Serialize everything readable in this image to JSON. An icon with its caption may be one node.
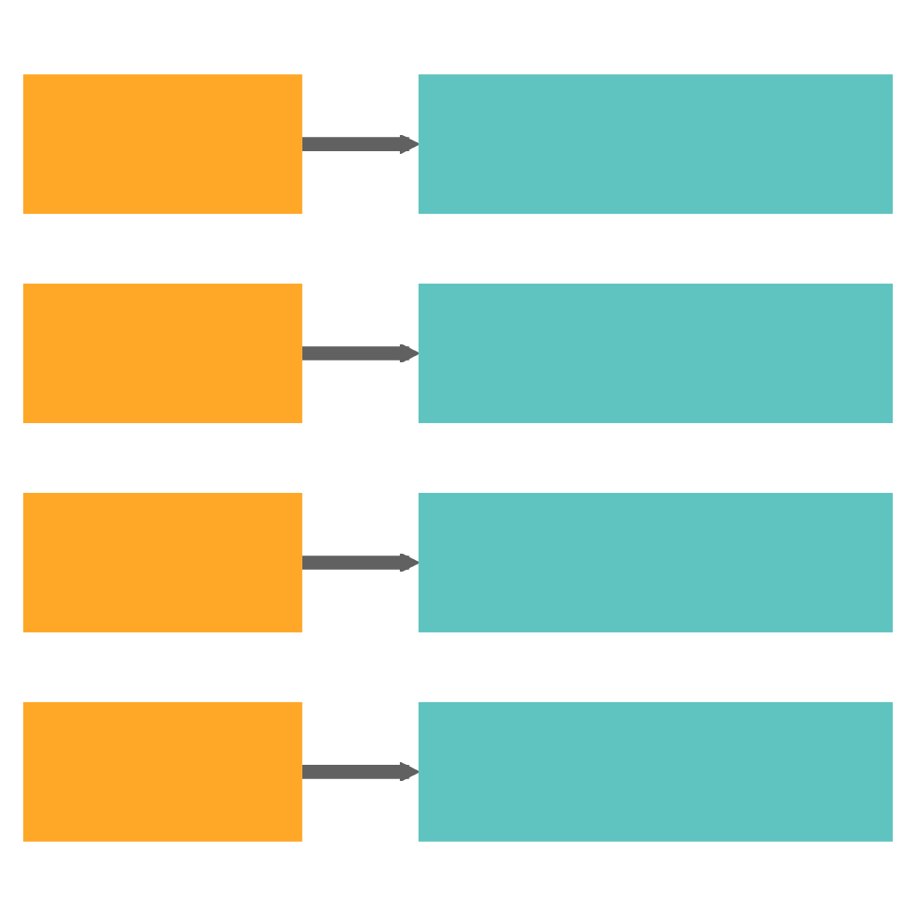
{
  "diagram": {
    "nodes": [
      {
        "text": [],
        "shape": "box"
      },
      {
        "text": [],
        "shape": "bar"
      },
      {
        "text": [],
        "shape": "box"
      },
      {
        "text": [],
        "shape": "bar"
      },
      {
        "text": [],
        "shape": "box"
      },
      {
        "text": [],
        "shape": "bar"
      },
      {
        "text": [],
        "shape": "box"
      },
      {
        "text": [],
        "shape": "bar"
      }
    ],
    "edges": [
      {
        "from": 0,
        "to": 1,
        "arrow": "to"
      },
      {
        "from": 2,
        "to": 3,
        "arrow": "to"
      },
      {
        "from": 4,
        "to": 5,
        "arrow": "to"
      },
      {
        "from": 6,
        "to": 7,
        "arrow": "to"
      }
    ]
  }
}
